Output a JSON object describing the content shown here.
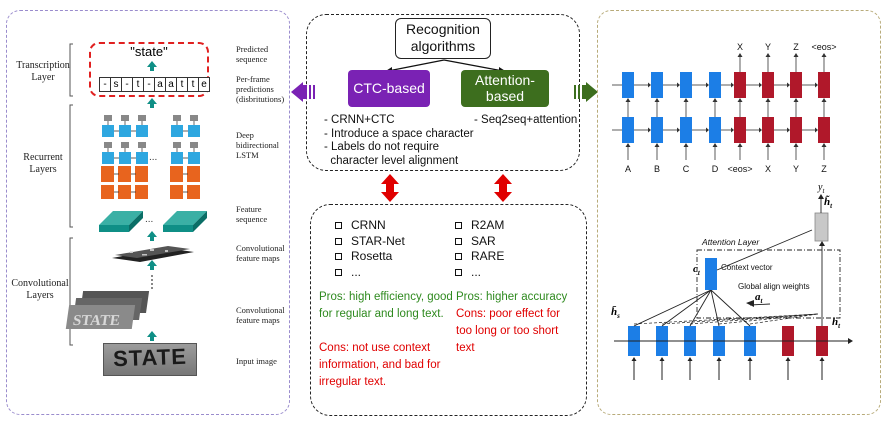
{
  "left": {
    "output_word": "\"state\"",
    "frame_chars": [
      "-",
      "s",
      "-",
      "t",
      "-",
      "a",
      "a",
      "t",
      "t",
      "e"
    ],
    "layers": {
      "transcription": "Transcription Layer",
      "recurrent": "Recurrent Layers",
      "convolutional": "Convolutional Layers"
    },
    "stage_labels": {
      "predicted": "Predicted sequence",
      "per_frame": "Per-frame predictions (disbritutions)",
      "deep_lstm": "Deep bidirectional LSTM",
      "feature_seq": "Feature sequence",
      "conv_maps_1": "Convolutional feature maps",
      "conv_maps_2": "Convolutional feature maps",
      "input": "Input image"
    },
    "input_word": "STATE",
    "ellipsis": "..."
  },
  "center": {
    "title": "Recognition algorithms",
    "ctc_label": "CTC-based",
    "attention_label": "Attention-based",
    "ctc_points": [
      "- CRNN+CTC",
      "- Introduce a space character",
      "- Labels do not require",
      "  character level alignment"
    ],
    "attention_points": [
      "- Seq2seq+attention"
    ],
    "ctc_methods": [
      "CRNN",
      "STAR-Net",
      "Rosetta",
      "..."
    ],
    "attention_methods": [
      "R2AM",
      "SAR",
      "RARE",
      "..."
    ],
    "ctc_pros": "Pros: high efficiency, good for regular and long text.",
    "ctc_cons": "Cons: not use context information, and bad for irregular text.",
    "att_pros": "Pros: higher accuracy",
    "att_cons": "Cons: poor effect for too long or too short text"
  },
  "right": {
    "outputs": [
      "X",
      "Y",
      "Z",
      "<eos>"
    ],
    "inputs": [
      "A",
      "B",
      "C",
      "D",
      "<eos>",
      "X",
      "Y",
      "Z"
    ],
    "attention_layer": "Attention Layer",
    "context_vector": "Context vector",
    "global_align": "Global align weights",
    "yt": "y",
    "yt_sub": "t",
    "htilde": "h̃",
    "htilde_sub": "t",
    "ct": "c",
    "ct_sub": "t",
    "at": "a",
    "at_sub": "t",
    "hs": "h̄",
    "hs_sub": "s",
    "ht": "h",
    "ht_sub": "t"
  },
  "colors": {
    "ctc_purple": "#7a22b4",
    "attention_green": "#3d6e1e",
    "encoder_blue": "#1c7ee6",
    "decoder_red": "#b0182a",
    "teal": "#0f8f86",
    "pros_green": "#2f8a1f",
    "cons_red": "#e00000",
    "double_arrow_red": "#e00000"
  }
}
